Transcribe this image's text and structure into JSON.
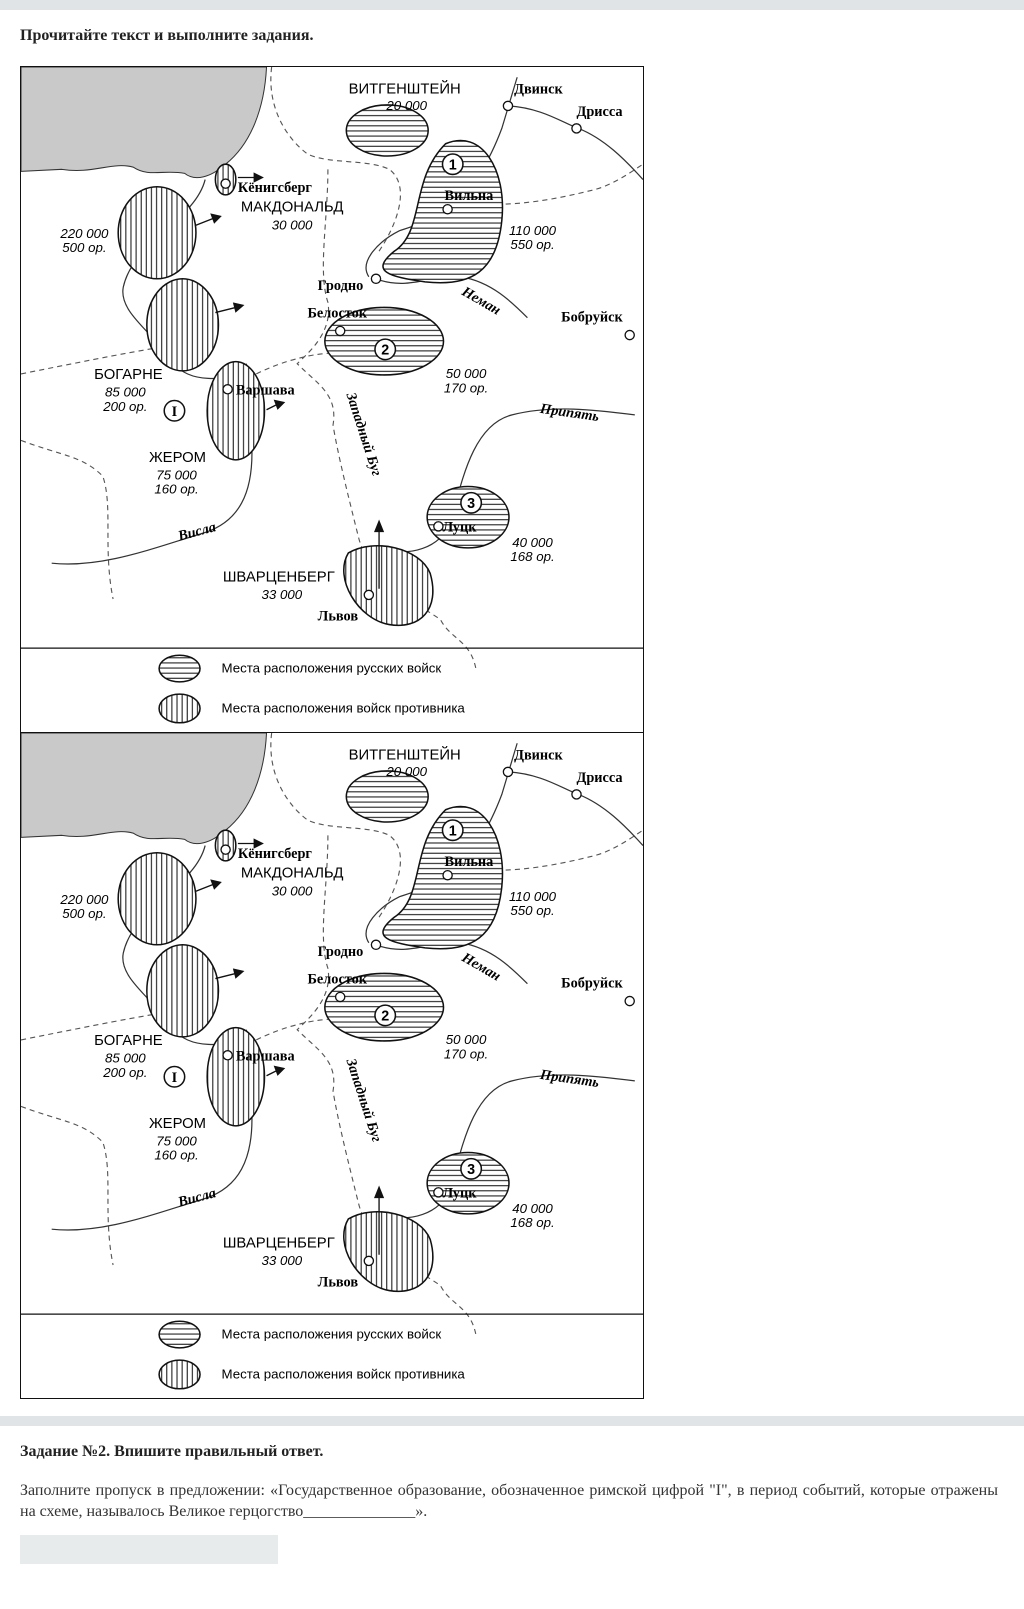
{
  "header": {
    "title": "Прочитайте текст и выполните задания."
  },
  "map": {
    "commanders": {
      "wittgenstein": "ВИТГЕНШТЕЙН",
      "wittgenstein_n": "20 000",
      "macdonald": "МАКДОНАЛЬД",
      "macdonald_n": "30 000",
      "bogarne": "БОГАРНЕ",
      "bogarne_n": "85 000",
      "bogarne_g": "200 ор.",
      "jerome": "ЖЕРОМ",
      "jerome_n": "75 000",
      "jerome_g": "160 ор.",
      "schwarzenberg": "ШВАРЦЕНБЕРГ",
      "schwarzenberg_n": "33 000",
      "west_n": "220 000",
      "west_g": "500 ор.",
      "army1_n": "110 000",
      "army1_g": "550 ор.",
      "army2_n": "50 000",
      "army2_g": "170 ор.",
      "army3_n": "40 000",
      "army3_g": "168 ор."
    },
    "cities": {
      "dvinsk": "Двинск",
      "drissa": "Дрисса",
      "vilna": "Вильна",
      "konigsberg": "Кёнигсберг",
      "grodno": "Гродно",
      "bialystok": "Белосток",
      "bobruisk": "Бобруйск",
      "warsaw": "Варшава",
      "lutsk": "Луцк",
      "lviv": "Львов"
    },
    "rivers": {
      "neman": "Неман",
      "pripyat": "Припять",
      "bug": "Западный Буг",
      "vistula": "Висла"
    },
    "markers": {
      "one": "1",
      "two": "2",
      "three": "3",
      "roman": "I"
    },
    "legend": {
      "russian": "Места расположения русских войск",
      "enemy": "Места расположения войск противника"
    }
  },
  "task": {
    "heading": "Задание №2. Впишите правильный ответ.",
    "text": "Заполните пропуск в предложении: «Государственное образование, обозначенное римской цифрой \"I\", в период событий, которые отражены на схеме, называлось Великое герцогство______________».",
    "answer_value": ""
  }
}
